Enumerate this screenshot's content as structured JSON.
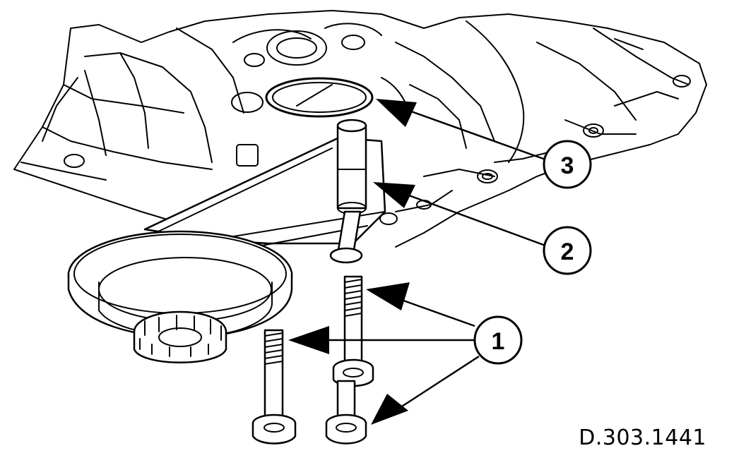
{
  "figure": {
    "reference": "D.303.1441",
    "callouts": [
      {
        "id": "callout-1",
        "label": "1"
      },
      {
        "id": "callout-2",
        "label": "2"
      },
      {
        "id": "callout-3",
        "label": "3"
      }
    ]
  }
}
